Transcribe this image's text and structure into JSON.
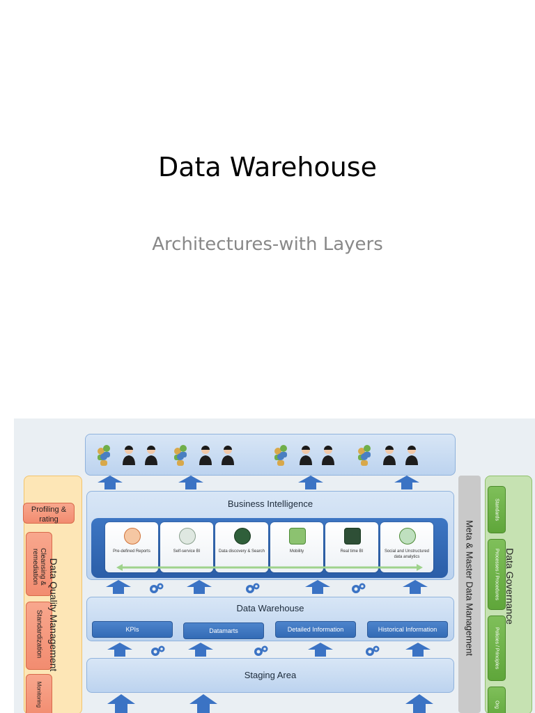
{
  "slide": {
    "title": "Data Warehouse",
    "subtitle": "Architectures-with Layers"
  },
  "diagram": {
    "users_layer": {
      "groups": 4,
      "group_icons": [
        "users-group-icon",
        "businesswoman-icon",
        "businessman-icon"
      ]
    },
    "business_intelligence": {
      "label": "Business Intelligence",
      "items": [
        {
          "label": "Pre-defined Reports",
          "icon": "report-icon"
        },
        {
          "label": "Self-service BI",
          "icon": "monitor-icon"
        },
        {
          "label": "Data discovery & Search",
          "icon": "binoculars-icon"
        },
        {
          "label": "Mobility",
          "icon": "mobile-device-icon"
        },
        {
          "label": "Real time BI",
          "icon": "realtime-icon"
        },
        {
          "label": "Social and Unstructured data analytics",
          "icon": "social-icon"
        }
      ]
    },
    "data_warehouse": {
      "label": "Data Warehouse",
      "items": [
        "KPIs",
        "Datamarts",
        "Detailed Information",
        "Historical Information"
      ]
    },
    "staging_area": {
      "label": "Staging Area"
    },
    "data_quality": {
      "label": "Data Quality Management",
      "items": [
        "Profiling & rating",
        "Cleansing & remediation",
        "Standardization",
        "Monitoring"
      ]
    },
    "meta_master": {
      "label": "Meta & Master Data Management"
    },
    "data_governance": {
      "label": "Data Governance",
      "items": [
        "Standards",
        "Processes / Procedures",
        "Policies / Principles",
        "Org"
      ]
    },
    "colors": {
      "band_blue": "#bcd3ef",
      "bar_blue": "#2b5ea8",
      "arrow_blue": "#3b73c4",
      "dq_orange": "#f28c70",
      "dq_panel": "#fde6b6",
      "dg_green": "#5fa63a",
      "dg_panel": "#c6e2b2",
      "mm_gray": "#c9c9c9"
    }
  }
}
